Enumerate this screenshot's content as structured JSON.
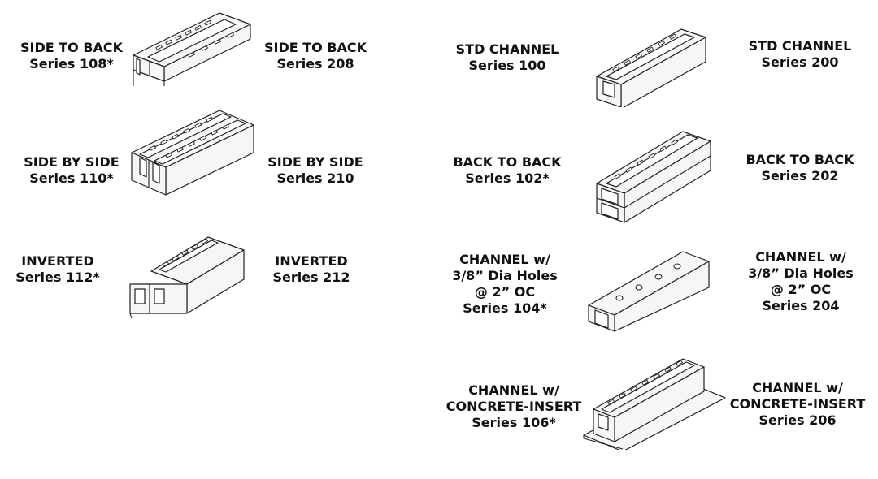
{
  "left": {
    "side_to_back": {
      "a1": "SIDE TO BACK",
      "a2": "Series 108*",
      "b1": "SIDE TO BACK",
      "b2": "Series 208"
    },
    "side_by_side": {
      "a1": "SIDE BY SIDE",
      "a2": "Series 110*",
      "b1": "SIDE BY SIDE",
      "b2": "Series 210"
    },
    "inverted": {
      "a1": "INVERTED",
      "a2": "Series 112*",
      "b1": "INVERTED",
      "b2": "Series 212"
    }
  },
  "right": {
    "std_channel": {
      "a1": "STD CHANNEL",
      "a2": "Series 100",
      "b1": "STD CHANNEL",
      "b2": "Series 200"
    },
    "back_to_back": {
      "a1": "BACK TO BACK",
      "a2": "Series 102*",
      "b1": "BACK TO BACK",
      "b2": "Series 202"
    },
    "holes": {
      "a1": "CHANNEL w/",
      "a2": "3/8” Dia Holes",
      "a3": "@ 2” OC",
      "a4": "Series 104*",
      "b1": "CHANNEL w/",
      "b2": "3/8” Dia Holes",
      "b3": "@ 2” OC",
      "b4": "Series 204"
    },
    "concrete": {
      "a1": "CHANNEL w/",
      "a2": "CONCRETE-INSERT",
      "a3": "Series 106*",
      "b1": "CHANNEL w/",
      "b2": "CONCRETE-INSERT",
      "b3": "Series 206"
    }
  }
}
